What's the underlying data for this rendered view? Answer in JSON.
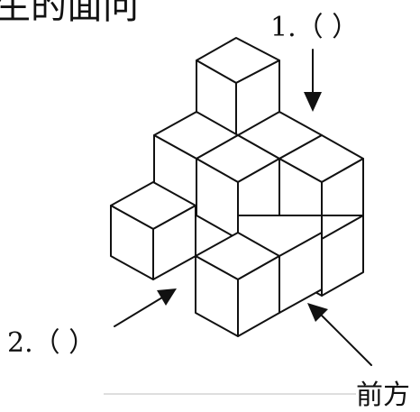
{
  "title_fragment": "生的面问",
  "label_top": "1.（      ）",
  "label_left": "2.（      ）",
  "front_label": "前方"
}
